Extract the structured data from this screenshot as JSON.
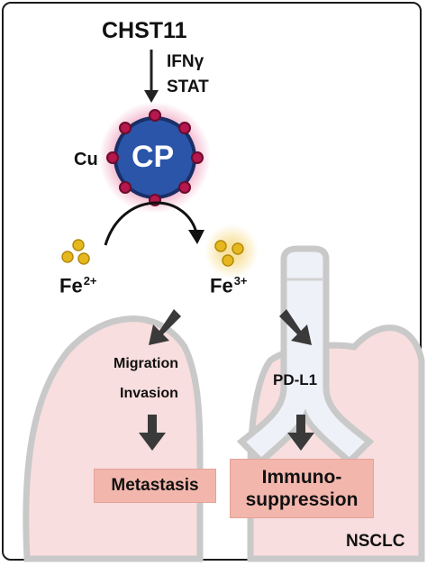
{
  "labels": {
    "chst11": "CHST11",
    "ifng": "IFNγ",
    "stat": "STAT",
    "cu": "Cu",
    "cp": "CP",
    "fe2_base": "Fe",
    "fe2_charge": "2+",
    "fe3_base": "Fe",
    "fe3_charge": "3+",
    "migration": "Migration",
    "invasion": "Invasion",
    "pdl1": "PD-L1",
    "metastasis": "Metastasis",
    "immuno_line1": "Immuno-",
    "immuno_line2": "suppression",
    "nsclc": "NSCLC"
  },
  "colors": {
    "cp_blue": "#2a55a8",
    "cu_dots": "#b5174e",
    "fe_gold": "#e6b81e",
    "lung_pink": "#f8dede",
    "lung_outline": "#c9c9c9",
    "outcome_box": "#f3b6ad",
    "arrow": "#3a3a3a"
  }
}
